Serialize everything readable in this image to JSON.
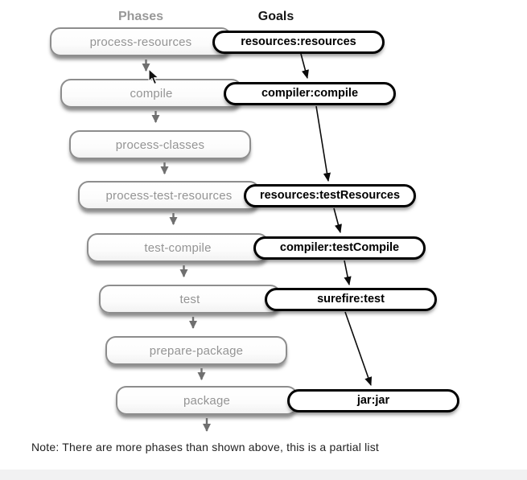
{
  "headers": {
    "phases": "Phases",
    "goals": "Goals"
  },
  "rows": [
    {
      "phase": "process-resources",
      "goal": "resources:resources"
    },
    {
      "phase": "compile",
      "goal": "compiler:compile"
    },
    {
      "phase": "process-classes",
      "goal": null
    },
    {
      "phase": "process-test-resources",
      "goal": "resources:testResources"
    },
    {
      "phase": "test-compile",
      "goal": "compiler:testCompile"
    },
    {
      "phase": "test",
      "goal": "surefire:test"
    },
    {
      "phase": "prepare-package",
      "goal": null
    },
    {
      "phase": "package",
      "goal": "jar:jar"
    }
  ],
  "note": "Note: There are more phases than shown above, this is a partial list",
  "colors": {
    "phase_border": "#8d8d8d",
    "phase_text": "#949494",
    "goal_border": "#000000",
    "goal_text": "#000000",
    "phase_arrow": "#6f6f6f",
    "goal_arrow": "#0b0b0b",
    "bottom_bar": "#f1f1f2",
    "background": "#ffffff"
  }
}
